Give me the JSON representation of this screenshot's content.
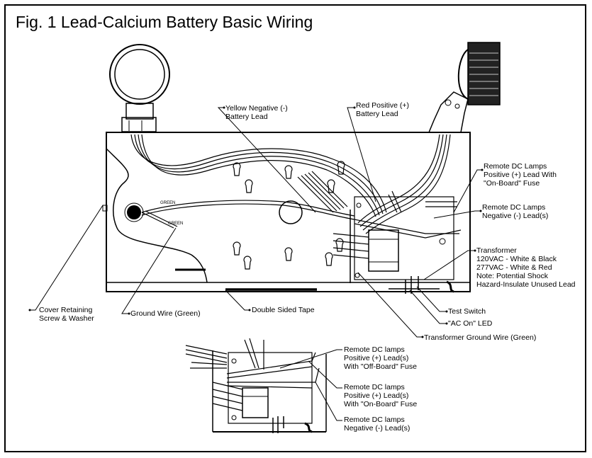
{
  "title": "Fig. 1 Lead-Calcium Battery Basic Wiring",
  "labels": {
    "yellow_neg_1": "Yellow Negative (-)",
    "yellow_neg_2": "Battery Lead",
    "red_pos_1": "Red Positive (+)",
    "red_pos_2": "Battery Lead",
    "remote_dc_pos_1": "Remote DC Lamps",
    "remote_dc_pos_2": "Positive (+) Lead With",
    "remote_dc_pos_3": "\"On-Board\" Fuse",
    "remote_dc_neg_1": "Remote DC Lamps",
    "remote_dc_neg_2": "Negative (-) Lead(s)",
    "transformer_1": "Transformer",
    "transformer_2": "120VAC - White & Black",
    "transformer_3": "277VAC - White & Red",
    "transformer_4": "Note: Potential Shock",
    "transformer_5": "Hazard-Insulate Unused Lead",
    "cover_screw_1": "Cover Retaining",
    "cover_screw_2": "Screw & Washer",
    "ground_wire": "Ground Wire (Green)",
    "double_tape": "Double Sided Tape",
    "test_switch": "Test Switch",
    "ac_on_led": "\"AC On\" LED",
    "xfmr_ground": "Transformer Ground Wire (Green)",
    "green_1": "GREEN",
    "green_2": "GREEN",
    "inset_offboard_1": "Remote DC lamps",
    "inset_offboard_2": "Positive (+) Lead(s)",
    "inset_offboard_3": "With \"Off-Board\" Fuse",
    "inset_onboard_1": "Remote DC lamps",
    "inset_onboard_2": "Positive (+) Lead(s)",
    "inset_onboard_3": "With \"On-Board\" Fuse",
    "inset_neg_1": "Remote DC lamps",
    "inset_neg_2": "Negative (-) Lead(s)"
  }
}
